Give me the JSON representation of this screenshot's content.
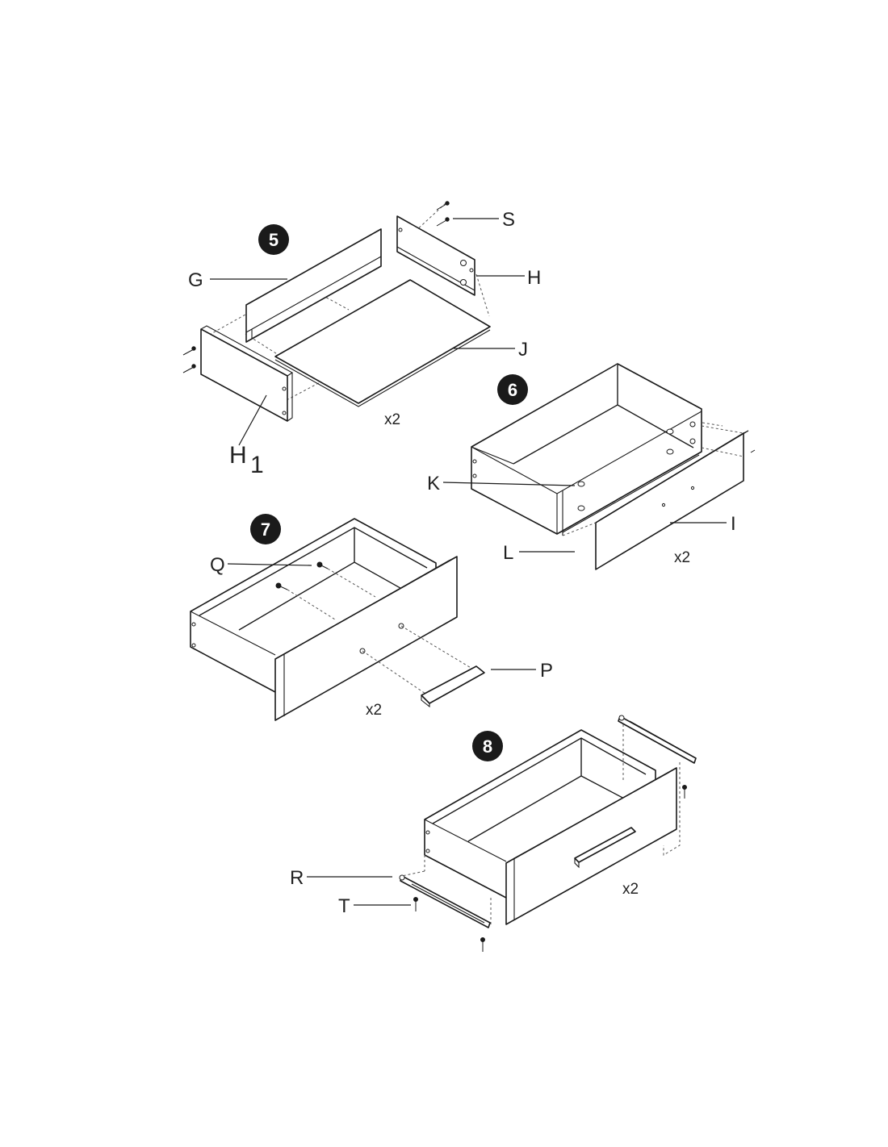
{
  "steps": {
    "s5": "5",
    "s6": "6",
    "s7": "7",
    "s8": "8"
  },
  "parts": {
    "G": "G",
    "H": "H",
    "J": "J",
    "S": "S",
    "H1_letter": "H",
    "H1_sub": "1",
    "K": "K",
    "L": "L",
    "I": "I",
    "Q": "Q",
    "P": "P",
    "R": "R",
    "T": "T"
  },
  "quantities": {
    "step5": "x2",
    "step6": "x2",
    "step7": "x2",
    "step8": "x2"
  },
  "colors": {
    "ink": "#1a1a1a",
    "background": "#ffffff"
  }
}
